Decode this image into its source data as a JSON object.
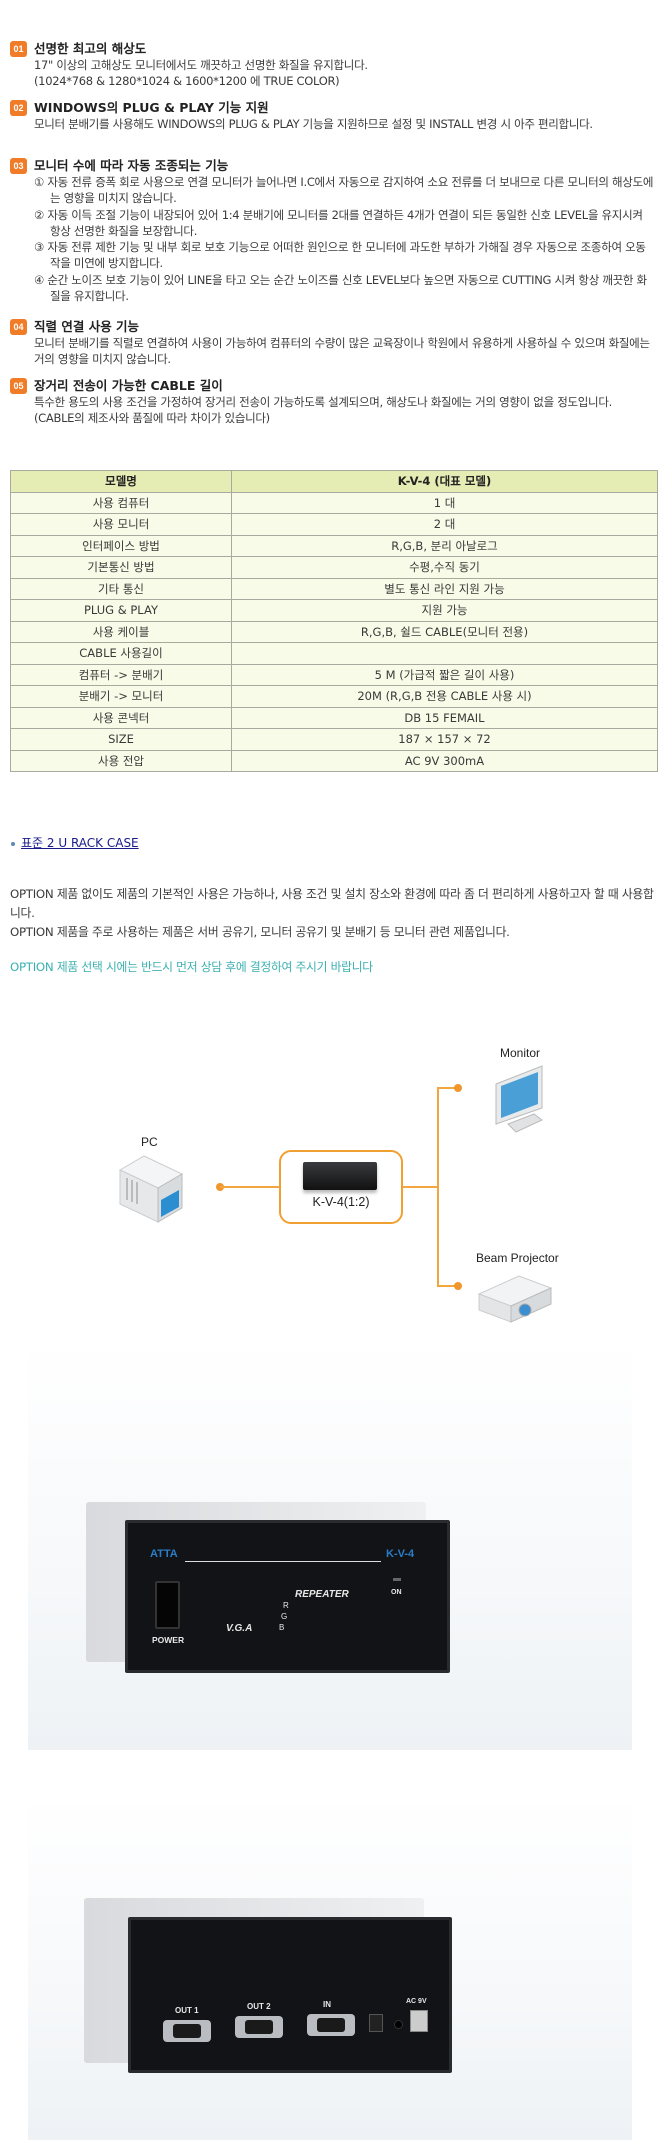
{
  "features": [
    {
      "badge": "01",
      "title": "선명한 최고의 해상도",
      "lines": [
        "17\" 이상의 고해상도 모니터에서도 깨끗하고 선명한 화질을 유지합니다.",
        "(1024*768 & 1280*1024 & 1600*1200 에 TRUE COLOR)"
      ]
    },
    {
      "badge": "02",
      "title": "WINDOWS의 PLUG & PLAY 기능 지원",
      "lines": [
        "모니터 분배기를 사용해도 WINDOWS의 PLUG & PLAY 기능을 지원하므로 설정 및 INSTALL 변경 시 아주 편리합니다."
      ]
    },
    {
      "badge": "03",
      "title": "모니터 수에 따라 자동 조종되는 기능",
      "lines": [
        "① 자동 전류 증폭 회로 사용으로 연결 모니터가 늘어나면 I.C에서 자동으로 감지하여 소요 전류를 더 보내므로 다른 모니터의 해상도에는 영향을 미치지 않습니다.",
        "② 자동 이득 조절 기능이 내장되어 있어 1:4 분배기에 모니터를 2대를 연결하든 4개가 연결이 되든 동일한 신호 LEVEL을 유지시켜 항상 선명한 화질을 보장합니다.",
        "③ 자동 전류 제한 기능 및 내부 회로 보호 기능으로 어떠한 원인으로 한 모니터에 과도한 부하가 가해질 경우 자동으로 조종하여 오동작을 미연에 방지합니다.",
        "④ 순간 노이즈 보호 기능이 있어 LINE을 타고 오는 순간 노이즈를 신호 LEVEL보다 높으면 자동으로 CUTTING 시켜 항상 깨끗한 화질을 유지합니다."
      ]
    },
    {
      "badge": "04",
      "title": "직렬 연결 사용 기능",
      "lines": [
        "모니터 분배기를 직렬로 연결하여 사용이 가능하여 컴퓨터의 수량이 많은 교육장이나 학원에서 유용하게 사용하실 수 있으며 화질에는 거의 영향을 미치지 않습니다."
      ]
    },
    {
      "badge": "05",
      "title": "장거리 전송이 가능한 CABLE 길이",
      "lines": [
        "특수한 용도의 사용 조건을 가정하여 장거리 전송이 가능하도록 설계되으며, 해상도나 화질에는 거의 영향이 없을 정도입니다. (CABLE의 제조사와 품질에 따라 차이가 있습니다)"
      ]
    }
  ],
  "spec_table": {
    "headers": [
      "모델명",
      "K-V-4 (대표 모델)"
    ],
    "rows": [
      [
        "사용 컴퓨터",
        "1 대"
      ],
      [
        "사용 모니터",
        "2 대"
      ],
      [
        "인터페이스 방법",
        "R,G,B, 분리 아날로그"
      ],
      [
        "기본통신 방법",
        "수평,수직 동기"
      ],
      [
        "기타 통신",
        "별도 통신 라인 지원 가능"
      ],
      [
        "PLUG & PLAY",
        "지원 가능"
      ],
      [
        "사용 케이블",
        "R,G,B, 쉴드 CABLE(모니터 전용)"
      ],
      [
        "CABLE 사용길이",
        ""
      ],
      [
        "컴퓨터 -> 분배기",
        "5 M (가급적 짧은 길이 사용)"
      ],
      [
        "분배기 -> 모니터",
        "20M (R,G,B 전용 CABLE 사용 시)"
      ],
      [
        "사용 콘넥터",
        "DB 15 FEMAIL"
      ],
      [
        "SIZE",
        "187 × 157 × 72"
      ],
      [
        "사용 전압",
        "AC 9V 300mA"
      ]
    ]
  },
  "option": {
    "link": "표준 2 U RACK CASE",
    "para1": "OPTION 제품 없이도 제품의 기본적인 사용은 가능하나, 사용 조건 및 설치 장소와 환경에 따라 좀 더 편리하게 사용하고자 할 때 사용합니다.",
    "para2": "OPTION 제품을 주로 사용하는 제품은 서버 공유기, 모니터 공유기 및 분배기 등 모니터 관련 제품입니다.",
    "notice": "OPTION 제품 선택 시에는 반드시 먼저 상담 후에 결정하여 주시기 바랍니다"
  },
  "diagram": {
    "pc": "PC",
    "device": "K-V-4(1:2)",
    "monitor": "Monitor",
    "projector": "Beam Projector"
  },
  "front_photo": {
    "brand": "ATTA",
    "model": "K-V-4",
    "power": "POWER",
    "repeater": "REPEATER",
    "vga": "V.G.A",
    "rgb": [
      "R",
      "G",
      "B"
    ],
    "on": "ON"
  },
  "back_photo": {
    "out1": "OUT 1",
    "out2": "OUT 2",
    "in": "IN",
    "ac": "AC 9V"
  },
  "colors": {
    "badge": "#f07c28",
    "table_header": "#e5edb4",
    "table_row": "#f7fbe7",
    "link": "#1a1a8a",
    "notice": "#3cb0b0",
    "diagram_line": "#f3a640"
  }
}
